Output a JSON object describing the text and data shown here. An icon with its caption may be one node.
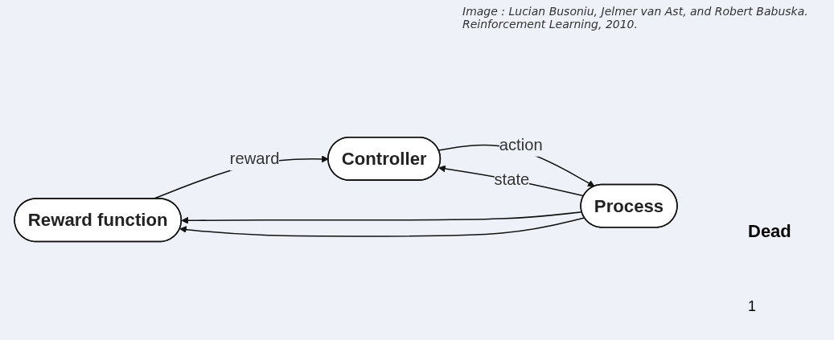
{
  "diagram": {
    "caption": "Image : Lucian Busoniu, Jelmer van Ast, and Robert Babuska. Reinforcement Learning, 2010.",
    "nodes": [
      {
        "text": [
          "Reward function"
        ]
      },
      {
        "text": [
          "Controller"
        ]
      },
      {
        "text": [
          "Process"
        ]
      }
    ],
    "edges": [
      {
        "from": 0,
        "to": 1,
        "arrow": "to",
        "label": "reward"
      },
      {
        "from": 2,
        "to": 1,
        "arrow": "to",
        "label": "state"
      },
      {
        "from": 2,
        "to": 0,
        "arrow": "to"
      },
      {
        "from": 1,
        "to": 2,
        "arrow": "to",
        "label": "action"
      },
      {
        "from": 2,
        "to": 0,
        "arrow": "to"
      }
    ],
    "labels": [
      "Dead",
      "1"
    ]
  }
}
